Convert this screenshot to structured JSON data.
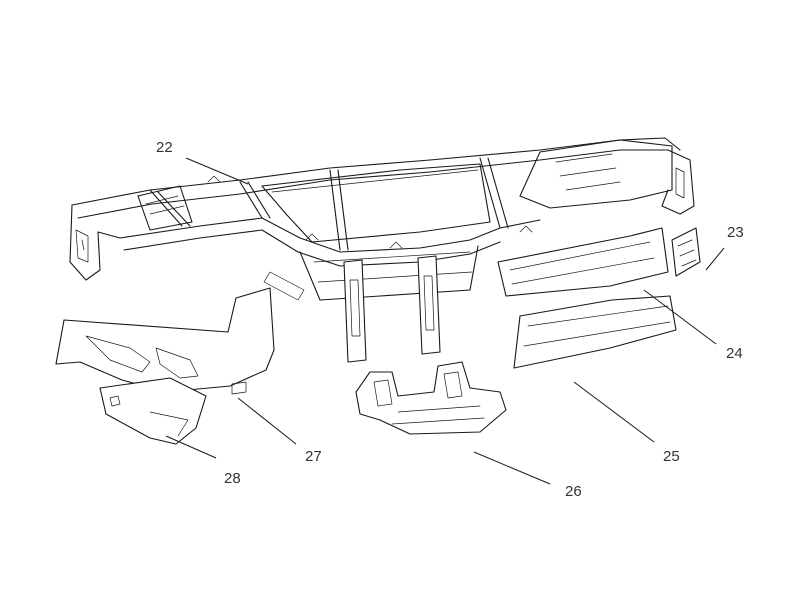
{
  "diagram": {
    "callouts": {
      "c22": "22",
      "c23": "23",
      "c24": "24",
      "c25": "25",
      "c26": "26",
      "c27": "27",
      "c28": "28"
    },
    "colors": {
      "line": "#1a1a1a",
      "label": "#333333",
      "background": "#ffffff"
    }
  }
}
